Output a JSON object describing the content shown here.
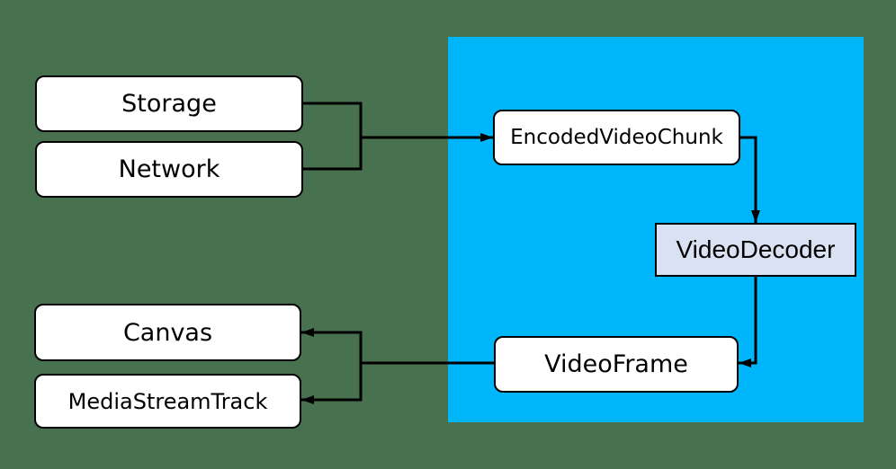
{
  "diagram": {
    "colors": {
      "page_background": "#48714F",
      "webcodecs_region": "#00B6FB",
      "node_fill": "#FFFFFF",
      "decoder_fill": "#D9E2F3",
      "line": "#000000",
      "text": "#000000"
    },
    "nodes": {
      "storage": {
        "label": "Storage"
      },
      "network": {
        "label": "Network"
      },
      "encoded_video_chunk": {
        "label": "EncodedVideoChunk"
      },
      "video_decoder": {
        "label": "VideoDecoder"
      },
      "video_frame": {
        "label": "VideoFrame"
      },
      "canvas": {
        "label": "Canvas"
      },
      "media_stream_track": {
        "label": "MediaStreamTrack"
      }
    },
    "edges": [
      {
        "from": "Storage",
        "to": "EncodedVideoChunk"
      },
      {
        "from": "Network",
        "to": "EncodedVideoChunk"
      },
      {
        "from": "EncodedVideoChunk",
        "to": "VideoDecoder"
      },
      {
        "from": "VideoDecoder",
        "to": "VideoFrame"
      },
      {
        "from": "VideoFrame",
        "to": "Canvas"
      },
      {
        "from": "VideoFrame",
        "to": "MediaStreamTrack"
      }
    ]
  }
}
